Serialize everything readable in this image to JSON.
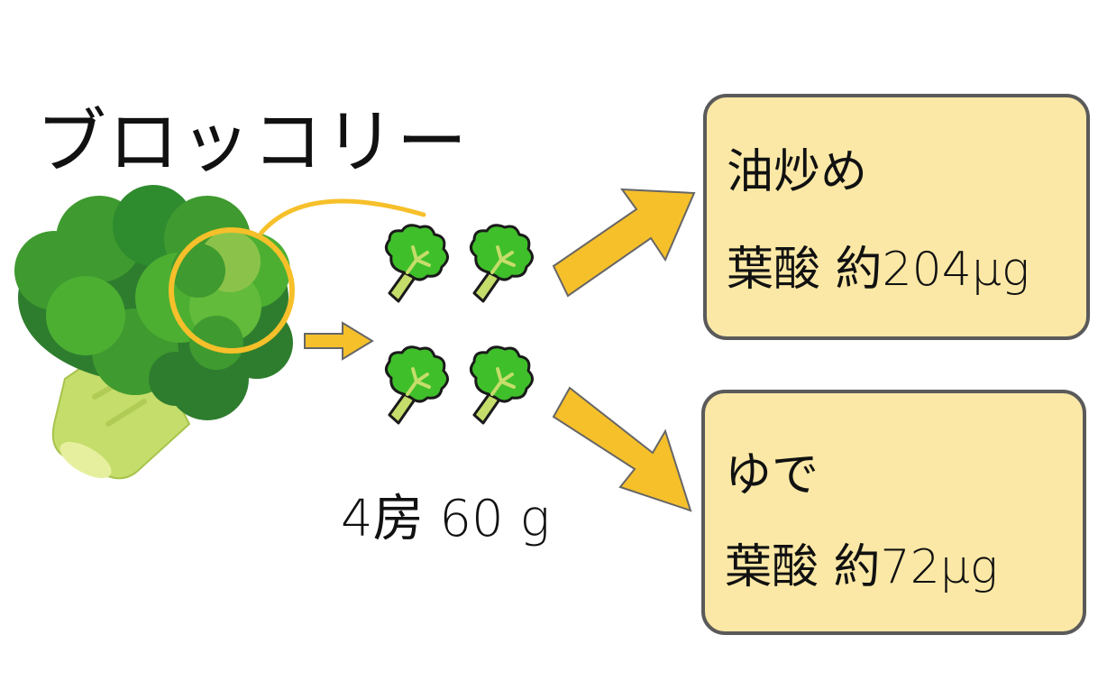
{
  "title": "ブロッコリー",
  "portion": {
    "label": "4房 60 g"
  },
  "methods": [
    {
      "name": "油炒め",
      "nutrient_text": "葉酸 約204μg"
    },
    {
      "name": "ゆで",
      "nutrient_text": "葉酸 約72μg"
    }
  ],
  "colors": {
    "arrow": "#f6c02a",
    "arrow_outline": "#666666",
    "card_fill": "#fbe8a6",
    "card_border": "#5a5a5a",
    "broccoli_dark": "#2e8b2e",
    "broccoli_mid": "#4caf32",
    "broccoli_light": "#8bc34a",
    "stem": "#c5dd6a",
    "highlight_circle": "#f6c02a"
  },
  "icons": [
    "broccoli-illustration",
    "broccoli-floret-icon",
    "arrow-right",
    "arrow-up-right",
    "arrow-down-right"
  ]
}
